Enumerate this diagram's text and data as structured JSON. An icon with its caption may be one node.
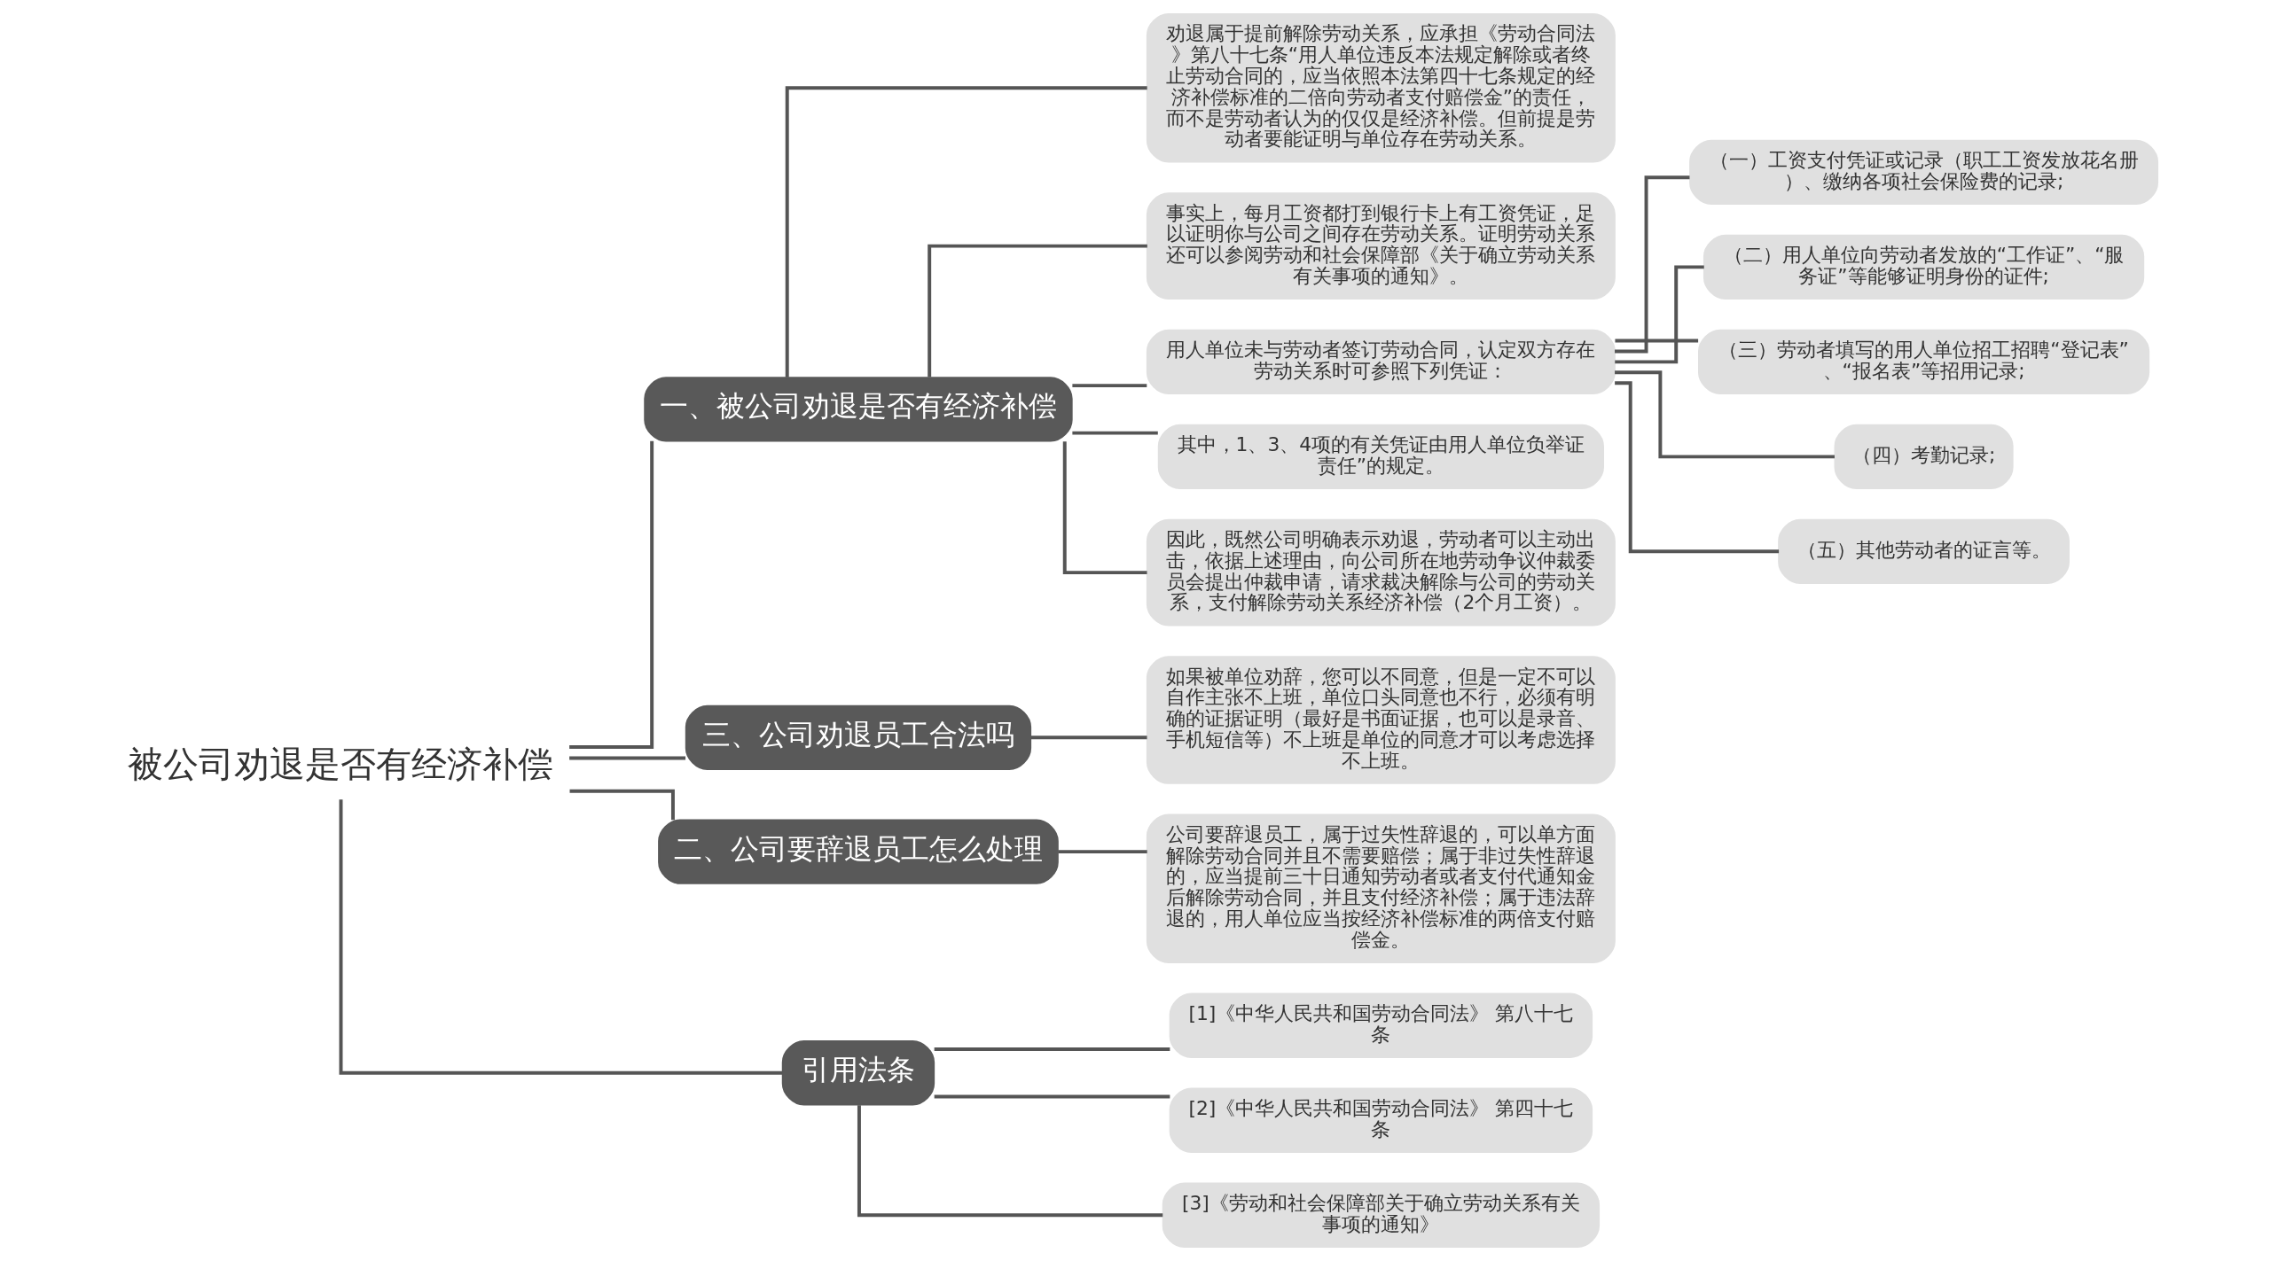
{
  "diagram": {
    "nodes": [
      {
        "text": [
          "被公司劝退是否有经济补偿"
        ]
      },
      {
        "text": [
          "一、被公司劝退是否有经济补偿"
        ]
      },
      {
        "text": [
          "劝退属于提前解除劳动关系，应承担《劳动合同法》第八十七条“用人单位违反本法规定解除或者终止劳动合同的，应当依照本法第四十七条规定的经济补偿标准的二倍向劳动者支付赔偿金”的责任，而不是劳动者认为的仅仅是经济补偿。但前提是劳动者要能证明与单位存在劳动关系。"
        ]
      },
      {
        "text": [
          "事实上，每月工资都打到银行卡上有工资凭证，足以证明你与公司之间存在劳动关系。证明劳动关系还可以参阅劳动和社会保障部《关于确立劳动关系有关事项的通知》。"
        ]
      },
      {
        "text": [
          "用人单位未与劳动者签订劳动合同，认定双方存在劳动关系时可参照下列凭证："
        ]
      },
      {
        "text": [
          "（一）工资支付凭证或记录（职工工资发放花名册）、缴纳各项社会保险费的记录;"
        ]
      },
      {
        "text": [
          "（二）用人单位向劳动者发放的“工作证”、“服务证”等能够证明身份的证件;"
        ]
      },
      {
        "text": [
          "（三）劳动者填写的用人单位招工招聘“登记表”、“报名表”等招用记录;"
        ]
      },
      {
        "text": [
          "（四）考勤记录;"
        ]
      },
      {
        "text": [
          "（五）其他劳动者的证言等。"
        ]
      },
      {
        "text": [
          "其中，1、3、4项的有关凭证由用人单位负举证责任”的规定。"
        ]
      },
      {
        "text": [
          "因此，既然公司明确表示劝退，劳动者可以主动出击，依据上述理由，向公司所在地劳动争议仲裁委员会提出仲裁申请，请求裁决解除与公司的劳动关系，支付解除劳动关系经济补偿（2个月工资）。"
        ]
      },
      {
        "text": [
          "三、公司劝退员工合法吗"
        ]
      },
      {
        "text": [
          "如果被单位劝辞，您可以不同意，但是一定不可以自作主张不上班，单位口头同意也不行，必须有明确的证据证明（最好是书面证据，也可以是录音、手机短信等）不上班是单位的同意才可以考虑选择不上班。"
        ]
      },
      {
        "text": [
          "二、公司要辞退员工怎么处理"
        ]
      },
      {
        "text": [
          "公司要辞退员工，属于过失性辞退的，可以单方面解除劳动合同并且不需要赔偿；属于非过失性辞退的，应当提前三十日通知劳动者或者支付代通知金后解除劳动合同，并且支付经济补偿；属于违法辞退的，用人单位应当按经济补偿标准的两倍支付赔偿金。"
        ]
      },
      {
        "text": [
          "引用法条"
        ]
      },
      {
        "text": [
          "[1]《中华人民共和国劳动合同法》 第八十七条"
        ]
      },
      {
        "text": [
          "[2]《中华人民共和国劳动合同法》 第四十七条"
        ]
      },
      {
        "text": [
          "[3]《劳动和社会保障部关于确立劳动关系有关事项的通知》"
        ]
      }
    ],
    "edges": [
      {
        "from": 0,
        "to": 1,
        "arrow": "none"
      },
      {
        "from": 1,
        "to": 2,
        "arrow": "none"
      },
      {
        "from": 1,
        "to": 3,
        "arrow": "none"
      },
      {
        "from": 1,
        "to": 4,
        "arrow": "none"
      },
      {
        "from": 4,
        "to": 5,
        "arrow": "none"
      },
      {
        "from": 4,
        "to": 6,
        "arrow": "none"
      },
      {
        "from": 4,
        "to": 7,
        "arrow": "none"
      },
      {
        "from": 4,
        "to": 8,
        "arrow": "none"
      },
      {
        "from": 4,
        "to": 9,
        "arrow": "none"
      },
      {
        "from": 1,
        "to": 10,
        "arrow": "none"
      },
      {
        "from": 1,
        "to": 11,
        "arrow": "none"
      },
      {
        "from": 0,
        "to": 12,
        "arrow": "none"
      },
      {
        "from": 12,
        "to": 13,
        "arrow": "none"
      },
      {
        "from": 0,
        "to": 14,
        "arrow": "none"
      },
      {
        "from": 14,
        "to": 15,
        "arrow": "none"
      },
      {
        "from": 0,
        "to": 16,
        "arrow": "none"
      },
      {
        "from": 16,
        "to": 17,
        "arrow": "none"
      },
      {
        "from": 16,
        "to": 18,
        "arrow": "none"
      },
      {
        "from": 16,
        "to": 19,
        "arrow": "none"
      }
    ]
  }
}
